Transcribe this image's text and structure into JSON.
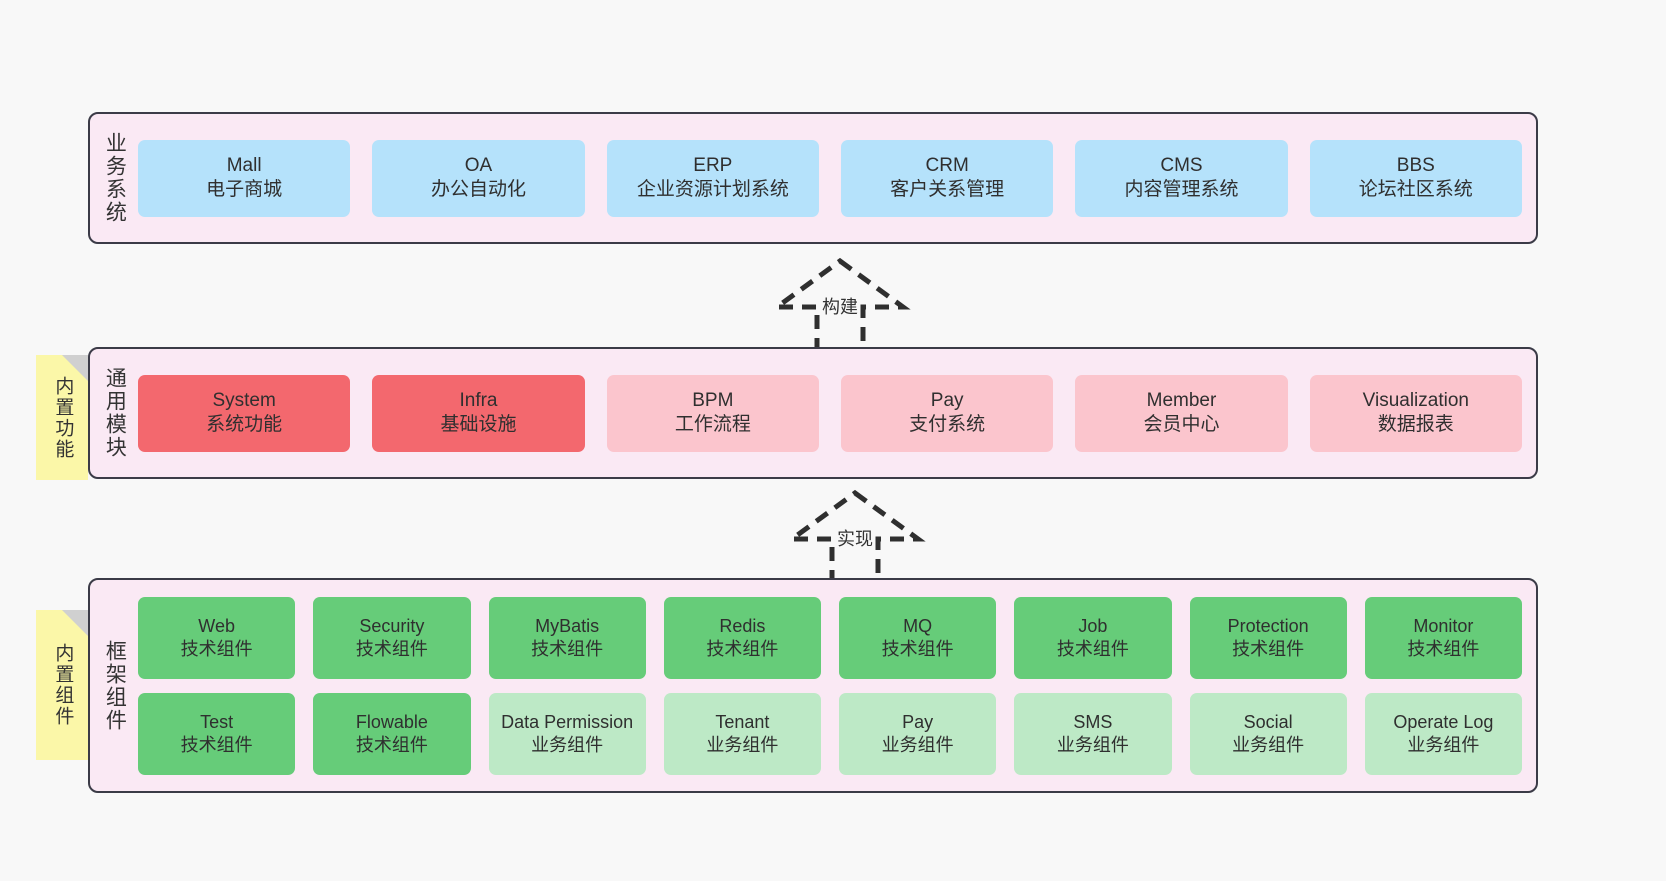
{
  "diagram": {
    "background_color": "#f8f8f8",
    "container_color": "#fae9f4",
    "border_color": "#3b3b47",
    "note_color": "#fbf7a8"
  },
  "layers": [
    {
      "id": "business",
      "label": "业务系统",
      "node_color": "#b5e2fb",
      "rows": [
        [
          {
            "title": "Mall",
            "sub": "电子商城",
            "style": "blue"
          },
          {
            "title": "OA",
            "sub": "办公自动化",
            "style": "blue"
          },
          {
            "title": "ERP",
            "sub": "企业资源计划系统",
            "style": "blue"
          },
          {
            "title": "CRM",
            "sub": "客户关系管理",
            "style": "blue"
          },
          {
            "title": "CMS",
            "sub": "内容管理系统",
            "style": "blue"
          },
          {
            "title": "BBS",
            "sub": "论坛社区系统",
            "style": "blue"
          }
        ]
      ]
    },
    {
      "id": "common",
      "label": "通用模块",
      "rows": [
        [
          {
            "title": "System",
            "sub": "系统功能",
            "style": "red-strong"
          },
          {
            "title": "Infra",
            "sub": "基础设施",
            "style": "red-strong"
          },
          {
            "title": "BPM",
            "sub": "工作流程",
            "style": "red-light"
          },
          {
            "title": "Pay",
            "sub": "支付系统",
            "style": "red-light"
          },
          {
            "title": "Member",
            "sub": "会员中心",
            "style": "red-light"
          },
          {
            "title": "Visualization",
            "sub": "数据报表",
            "style": "red-light"
          }
        ]
      ]
    },
    {
      "id": "framework",
      "label": "框架组件",
      "rows": [
        [
          {
            "title": "Web",
            "sub": "技术组件",
            "style": "green-strong"
          },
          {
            "title": "Security",
            "sub": "技术组件",
            "style": "green-strong"
          },
          {
            "title": "MyBatis",
            "sub": "技术组件",
            "style": "green-strong"
          },
          {
            "title": "Redis",
            "sub": "技术组件",
            "style": "green-strong"
          },
          {
            "title": "MQ",
            "sub": "技术组件",
            "style": "green-strong"
          },
          {
            "title": "Job",
            "sub": "技术组件",
            "style": "green-strong"
          },
          {
            "title": "Protection",
            "sub": "技术组件",
            "style": "green-strong"
          },
          {
            "title": "Monitor",
            "sub": "技术组件",
            "style": "green-strong"
          }
        ],
        [
          {
            "title": "Test",
            "sub": "技术组件",
            "style": "green-strong"
          },
          {
            "title": "Flowable",
            "sub": "技术组件",
            "style": "green-strong"
          },
          {
            "title": "Data Permission",
            "sub": "业务组件",
            "style": "green-light",
            "wrap": true
          },
          {
            "title": "Tenant",
            "sub": "业务组件",
            "style": "green-light"
          },
          {
            "title": "Pay",
            "sub": "业务组件",
            "style": "green-light"
          },
          {
            "title": "SMS",
            "sub": "业务组件",
            "style": "green-light"
          },
          {
            "title": "Social",
            "sub": "业务组件",
            "style": "green-light"
          },
          {
            "title": "Operate Log",
            "sub": "业务组件",
            "style": "green-light"
          }
        ]
      ]
    }
  ],
  "notes": [
    {
      "id": "functions",
      "text": "内置功能"
    },
    {
      "id": "components",
      "text": "内置组件"
    }
  ],
  "arrows": [
    {
      "id": "build",
      "label": "构建",
      "direction": "up",
      "style": "dashed-hollow"
    },
    {
      "id": "impl",
      "label": "实现",
      "direction": "up",
      "style": "dashed-hollow"
    }
  ]
}
